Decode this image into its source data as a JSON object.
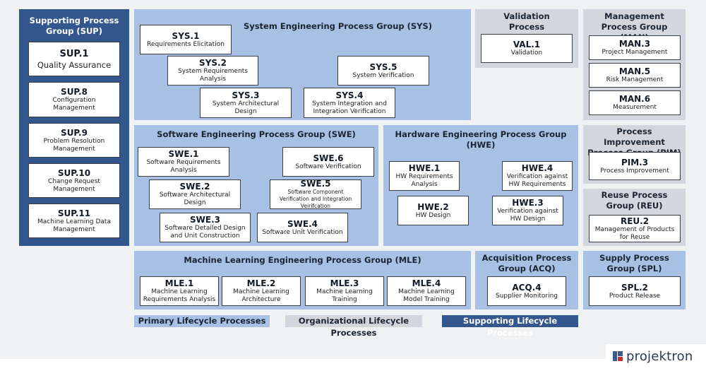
{
  "groups": {
    "sup": {
      "title": "Supporting Process Group (SUP)",
      "boxes": [
        {
          "id": "SUP.1",
          "name": "Quality Assurance"
        },
        {
          "id": "SUP.8",
          "name": "Configuration Management"
        },
        {
          "id": "SUP.9",
          "name": "Problem Resolution Management"
        },
        {
          "id": "SUP.10",
          "name": "Change Request Management"
        },
        {
          "id": "SUP.11",
          "name": "Machine Learning Data Management"
        }
      ]
    },
    "sys": {
      "title": "System Engineering Process Group (SYS)",
      "boxes": [
        {
          "id": "SYS.1",
          "name": "Requirements Elicitation"
        },
        {
          "id": "SYS.2",
          "name": "System Requirements Analysis"
        },
        {
          "id": "SYS.3",
          "name": "System Architectural Design"
        },
        {
          "id": "SYS.4",
          "name": "System Integration and Integration Verification"
        },
        {
          "id": "SYS.5",
          "name": "System Verification"
        }
      ]
    },
    "val": {
      "title": "Validation Process Group (VAL)",
      "boxes": [
        {
          "id": "VAL.1",
          "name": "Validation"
        }
      ]
    },
    "man": {
      "title": "Management Process Group (MAN)",
      "boxes": [
        {
          "id": "MAN.3",
          "name": "Project Management"
        },
        {
          "id": "MAN.5",
          "name": "Risk Management"
        },
        {
          "id": "MAN.6",
          "name": "Measurement"
        }
      ]
    },
    "swe": {
      "title": "Software Engineering Process Group (SWE)",
      "boxes": [
        {
          "id": "SWE.1",
          "name": "Software Requirements Analysis"
        },
        {
          "id": "SWE.2",
          "name": "Software Architectural Design"
        },
        {
          "id": "SWE.3",
          "name": "Software Detailed Design and Unit Construction"
        },
        {
          "id": "SWE.4",
          "name": "Software Unit Verification"
        },
        {
          "id": "SWE.5",
          "name": "Software Component Verification and Integration Veirifcation"
        },
        {
          "id": "SWE.6",
          "name": "Software Verification"
        }
      ]
    },
    "hwe": {
      "title": "Hardware Engineering Process Group (HWE)",
      "boxes": [
        {
          "id": "HWE.1",
          "name": "HW Requirements Analysis"
        },
        {
          "id": "HWE.2",
          "name": "HW Design"
        },
        {
          "id": "HWE.3",
          "name": "Verification against HW Design"
        },
        {
          "id": "HWE.4",
          "name": "Verification against HW Requirements"
        }
      ]
    },
    "pim": {
      "title": "Process Improvement Process Group (PIM)",
      "boxes": [
        {
          "id": "PIM.3",
          "name": "Process Improvement"
        }
      ]
    },
    "reu": {
      "title": "Reuse Process Group (REU)",
      "boxes": [
        {
          "id": "REU.2",
          "name": "Management of Products for Reuse"
        }
      ]
    },
    "mle": {
      "title": "Machine Learning Engineering Process Group (MLE)",
      "boxes": [
        {
          "id": "MLE.1",
          "name": "Machine Learning Requirements Analysis"
        },
        {
          "id": "MLE.2",
          "name": "Machine Learning Architecture"
        },
        {
          "id": "MLE.3",
          "name": "Machine Learning Training"
        },
        {
          "id": "MLE.4",
          "name": "Machine Learning Model Training"
        }
      ]
    },
    "acq": {
      "title": "Acquisition Process Group (ACQ)",
      "boxes": [
        {
          "id": "ACQ.4",
          "name": "Supplier Monitoring"
        }
      ]
    },
    "spl": {
      "title": "Supply Process Group (SPL)",
      "boxes": [
        {
          "id": "SPL.2",
          "name": "Product Release"
        }
      ]
    }
  },
  "legend": {
    "primary": "Primary Lifecycle Processes",
    "organizational": "Organizational Lifecycle Processes",
    "supporting": "Supporting Lifecycle Processes"
  },
  "logo": {
    "text": "projektron"
  },
  "colors": {
    "primary": "#a7c0e3",
    "organizational": "#d3d7dd",
    "supporting": "#33578c",
    "logo_red": "#c8302d"
  }
}
